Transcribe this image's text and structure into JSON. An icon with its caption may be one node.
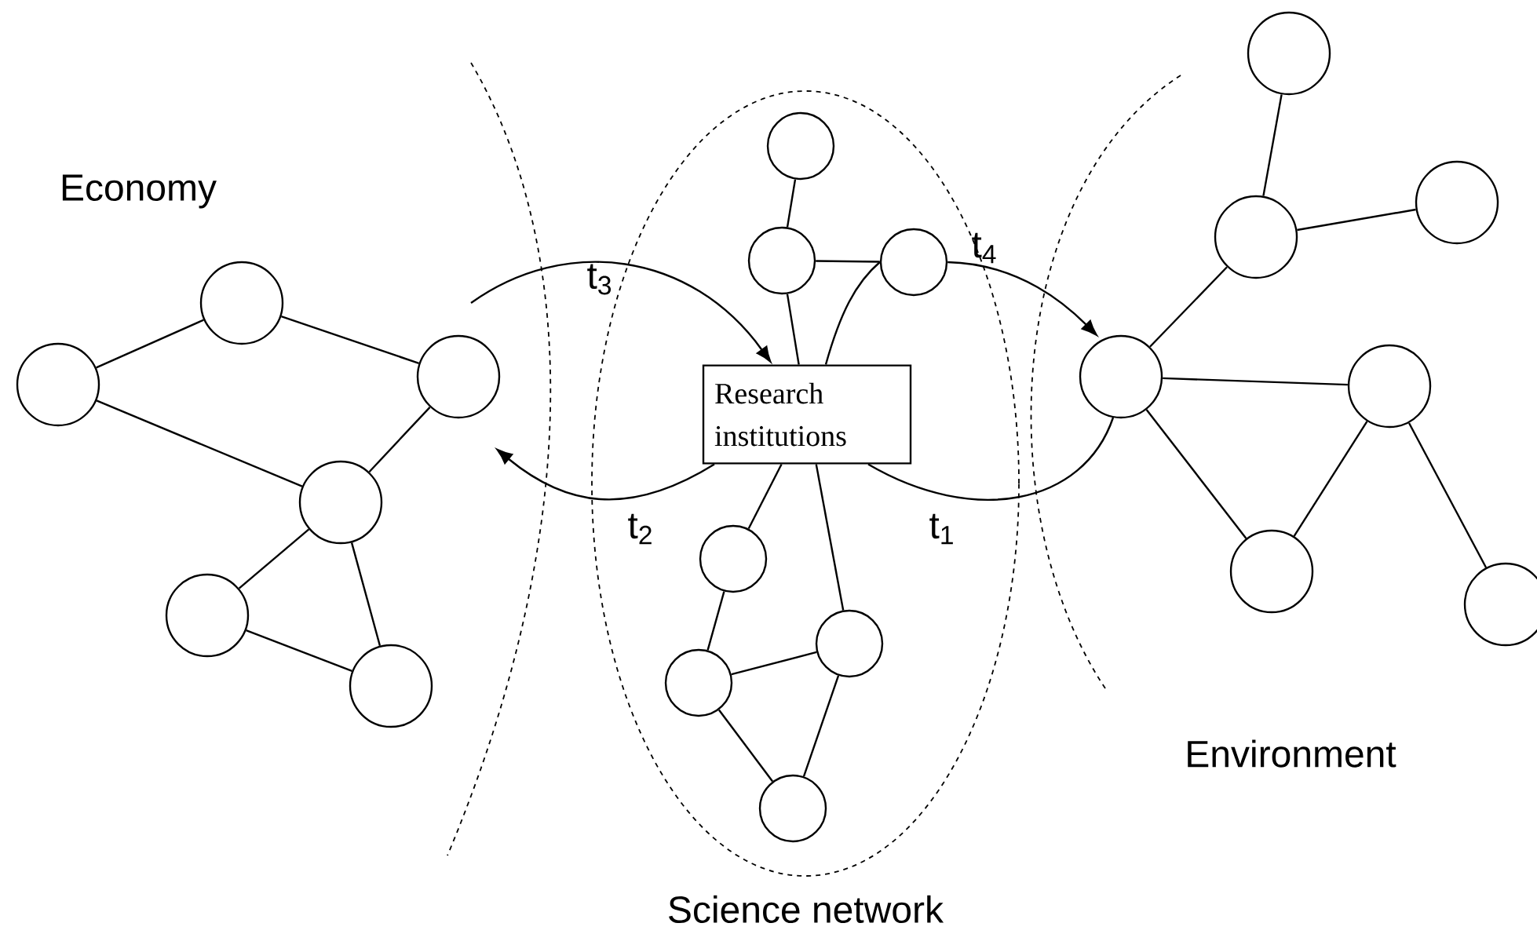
{
  "diagram": {
    "nodes": [
      {
        "text": [],
        "shape": "circle"
      },
      {
        "text": [],
        "shape": "circle"
      },
      {
        "text": [],
        "shape": "circle"
      },
      {
        "text": [],
        "shape": "circle"
      },
      {
        "text": [],
        "shape": "circle"
      },
      {
        "text": [],
        "shape": "circle"
      },
      {
        "text": [
          "Science network"
        ]
      },
      {
        "text": [],
        "shape": "circle",
        "in": 6
      },
      {
        "text": [],
        "shape": "circle",
        "in": 6
      },
      {
        "text": [],
        "shape": "circle",
        "in": 6
      },
      {
        "text": [
          "Research institutions"
        ],
        "in": 6
      },
      {
        "text": [],
        "shape": "circle",
        "in": 6
      },
      {
        "text": [],
        "shape": "circle",
        "in": 6
      },
      {
        "text": [],
        "shape": "circle",
        "in": 6
      },
      {
        "text": [],
        "shape": "circle",
        "in": 6
      },
      {
        "text": [],
        "shape": "circle"
      },
      {
        "text": [],
        "shape": "circle"
      },
      {
        "text": [],
        "shape": "circle"
      },
      {
        "text": [],
        "shape": "circle"
      },
      {
        "text": [],
        "shape": "circle"
      },
      {
        "text": [],
        "shape": "circle"
      },
      {
        "text": [],
        "shape": "circle"
      }
    ],
    "edges": [
      {
        "from": 0,
        "to": 1,
        "arrow": "none"
      },
      {
        "from": 0,
        "to": 3,
        "arrow": "none"
      },
      {
        "from": 1,
        "to": 2,
        "arrow": "none"
      },
      {
        "from": 2,
        "to": 3,
        "arrow": "none"
      },
      {
        "from": 3,
        "to": 4,
        "arrow": "none"
      },
      {
        "from": 3,
        "to": 5,
        "arrow": "none"
      },
      {
        "from": 4,
        "to": 5,
        "arrow": "none"
      },
      {
        "from": 7,
        "to": 8,
        "arrow": "none"
      },
      {
        "from": 8,
        "to": 9,
        "arrow": "none"
      },
      {
        "from": 8,
        "to": 10,
        "arrow": "none"
      },
      {
        "from": 10,
        "to": 11,
        "arrow": "none"
      },
      {
        "from": 10,
        "to": 12,
        "arrow": "none"
      },
      {
        "from": 11,
        "to": 13,
        "arrow": "none"
      },
      {
        "from": 13,
        "to": 12,
        "arrow": "none"
      },
      {
        "from": 13,
        "to": 14,
        "arrow": "none"
      },
      {
        "from": 12,
        "to": 14,
        "arrow": "none"
      },
      {
        "from": 15,
        "to": 16,
        "arrow": "none"
      },
      {
        "from": 16,
        "to": 17,
        "arrow": "none"
      },
      {
        "from": 16,
        "to": 18,
        "arrow": "none"
      },
      {
        "from": 18,
        "to": 19,
        "arrow": "none"
      },
      {
        "from": 18,
        "to": 20,
        "arrow": "none"
      },
      {
        "from": 19,
        "to": 20,
        "arrow": "none"
      },
      {
        "from": 19,
        "to": 21,
        "arrow": "none"
      },
      {
        "from": 2,
        "to": 10,
        "arrow": "to",
        "label": "t$_{3}$"
      },
      {
        "from": 10,
        "to": 9,
        "arrow": "none"
      },
      {
        "from": 9,
        "to": 18,
        "arrow": "to",
        "label": "t$_{4}$"
      },
      {
        "from": 10,
        "to": 2,
        "arrow": "to",
        "label": "t$_{2}$"
      },
      {
        "from": 10,
        "to": 18,
        "arrow": "none",
        "label": "t$_{1}$"
      }
    ],
    "labels": [
      "Economy",
      "Environment"
    ]
  }
}
